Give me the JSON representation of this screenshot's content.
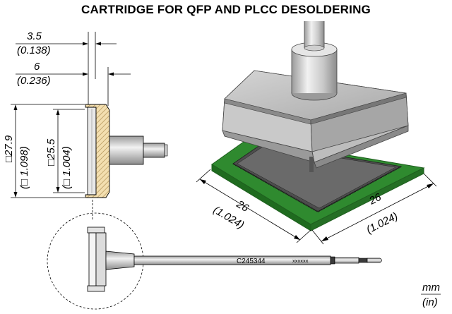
{
  "title": "CARTRIDGE FOR QFP AND PLCC DESOLDERING",
  "dims": {
    "thickness_mm": "3.5",
    "thickness_in": "(0.138)",
    "flange_mm": "6",
    "flange_in": "(0.236)",
    "outer_mm": "□27.9",
    "outer_in": "(□ 1.098)",
    "inner_mm": "□25.5",
    "inner_in": "(□ 1.004)",
    "width_left_mm": "26",
    "width_left_in": "(1.024)",
    "width_right_mm": "26",
    "width_right_in": "(1.024)"
  },
  "cartridge": {
    "part_number": "C245344",
    "serial": "xxxxxx"
  },
  "units": {
    "mm": "mm",
    "in": "(in)"
  },
  "colors": {
    "pcb": "#2f8a2f",
    "pcb_edge": "#1f5f1f",
    "tip_fill": "#f3dfb0",
    "tip_hatch": "#a8874a",
    "metal_light": "#e2e2e2",
    "metal_mid": "#b8b8b8",
    "metal_dark": "#8a8a8a",
    "chip": "#5a5a5a"
  }
}
